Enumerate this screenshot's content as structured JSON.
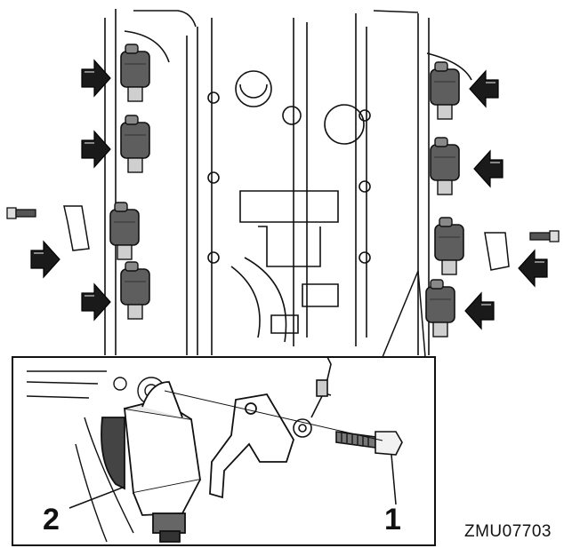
{
  "figure": {
    "callouts": [
      {
        "label": "1",
        "part_icon": "bolt-icon"
      },
      {
        "label": "2",
        "part_icon": "ignition-coil-icon"
      }
    ],
    "code": "ZMU07703",
    "colors": {
      "line": "#111111",
      "coil": "#5a5a5a",
      "arrow": "#111111",
      "background": "#ffffff"
    }
  }
}
